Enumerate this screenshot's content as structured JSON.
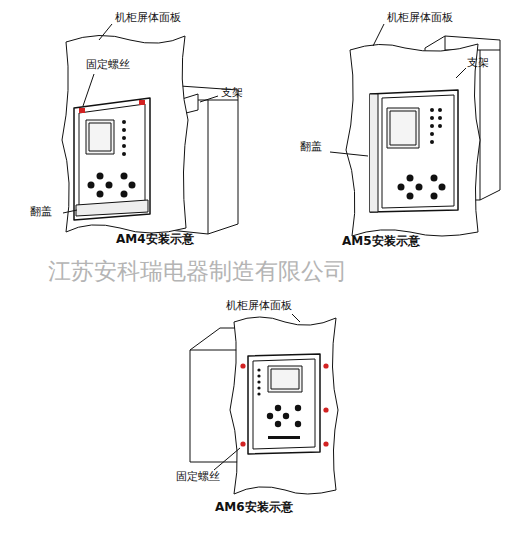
{
  "diagram": {
    "labels": [
      "机柜屏体面板",
      "固定螺丝",
      "支架",
      "翻盖",
      "AM4安装示意",
      "机柜屏体面板",
      "支架",
      "翻盖",
      "AM5安装示意",
      "江苏安科瑞电器制造有限公司",
      "机柜屏体面板",
      "固定螺丝",
      "AM6安装示意"
    ]
  }
}
